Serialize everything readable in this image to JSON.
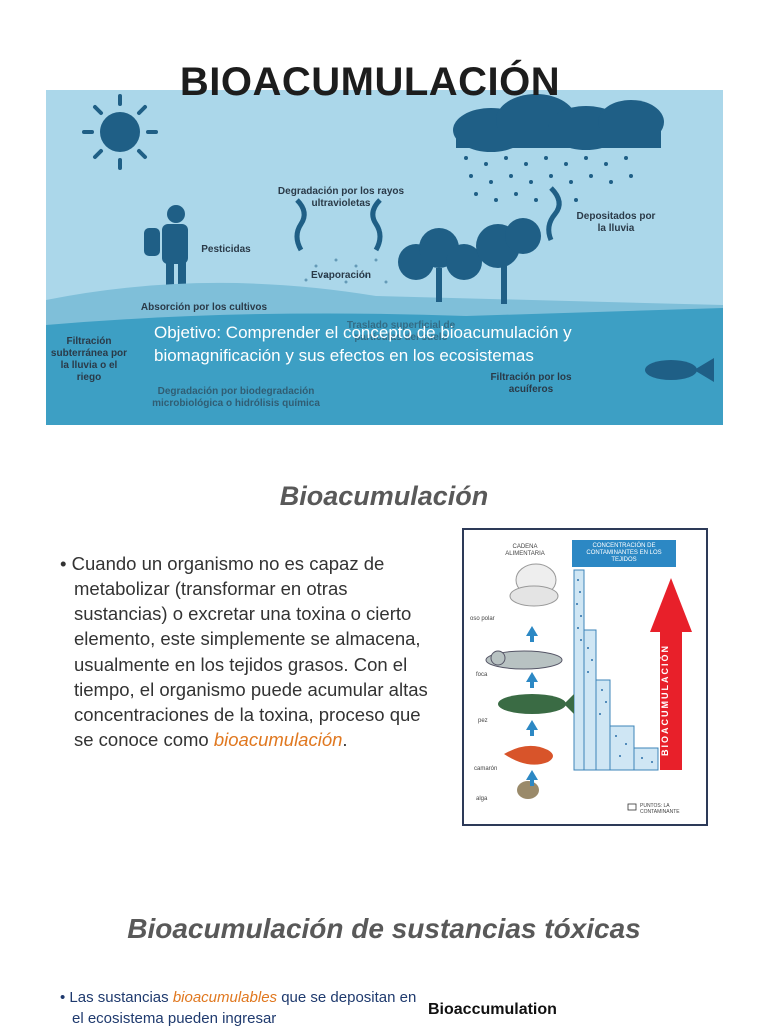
{
  "slide1": {
    "title": "BIOACUMULACIÓN",
    "diagram_labels": {
      "degradation": "Degradación por los rayos ultravioletas",
      "pesticides": "Pesticidas",
      "deposited": "Depositados por la lluvia",
      "evaporation": "Evaporación",
      "absorption": "Absorción por los cultivos",
      "filtration": "Filtración subterránea por la lluvia o el riego",
      "transport": "Traslado superficial de partículas del suelo",
      "aquifer": "Filtración por los acuíferos",
      "biodegradation": "Degradación por biodegradación microbiológica o hidrólisis química"
    },
    "objective": "Objetivo: Comprender el concepto de bioacumulación y biomagnificación y sus efectos en los ecosistemas"
  },
  "slide2": {
    "title": "Bioacumulación",
    "bullet_text": "Cuando un organismo no es capaz de metabolizar (transformar en otras sustancias) o excretar una toxina o cierto elemento, este simplemente se almacena, usualmente en los tejidos grasos. Con el tiempo, el organismo puede acumular altas concentraciones de la toxina, proceso que se conoce como ",
    "bullet_accent": "bioacumulación",
    "bullet_end": ".",
    "figure": {
      "chain_header": "CADENA ALIMENTARIA",
      "conc_header": "CONCENTRACIÓN DE CONTAMINANTES EN LOS TEJIDOS",
      "arrow_label": "BIOACUMULACIÓN",
      "organisms": [
        "oso polar",
        "foca",
        "pez",
        "camarón",
        "alga"
      ],
      "legend": "PUNTOS: LA CONTAMINANTE"
    }
  },
  "slide3": {
    "title": "Bioacumulación de sustancias tóxicas",
    "bullet_start": "Las sustancias ",
    "bullet_accent": "bioacumulables",
    "bullet_end": " que se depositan en el ecosistema pueden ingresar",
    "english_label": "Bioaccumulation"
  },
  "colors": {
    "sky": "#abd7ea",
    "water": "#3d9fc4",
    "accent_orange": "#e07820",
    "arrow_red": "#e8202a",
    "figure_border": "#2d3a58"
  }
}
